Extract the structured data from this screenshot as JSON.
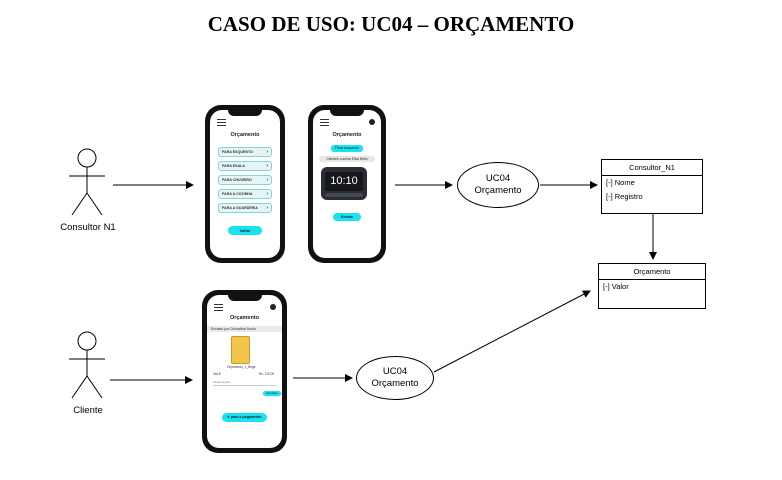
{
  "title": "CASO DE USO: UC04 – ORÇAMENTO",
  "actors": [
    {
      "label": "Consultor N1"
    },
    {
      "label": "Cliente"
    }
  ],
  "use_cases": [
    {
      "line1": "UC04",
      "line2": "Orçamento"
    },
    {
      "line1": "UC04",
      "line2": "Orçamento"
    }
  ],
  "classes": [
    {
      "name": "Consultor_N1",
      "attributes": [
        "[-] Nome",
        "[-] Registro"
      ]
    },
    {
      "name": "Orçamento",
      "attributes": [
        "[-] Valor"
      ]
    }
  ],
  "phone1": {
    "title": "Orçamento",
    "items": [
      "PARA ESQUENTO",
      "PARA ESALA",
      "PARA CHUVEIRO",
      "PARA A COZINHA",
      "PARA A GUARDERIA"
    ],
    "button": "Voltar"
  },
  "phone2": {
    "title": "Orçamento",
    "chip": "Para esquento",
    "subtitle": "Clientes Lumina Elisa Bello",
    "clock": "10:10",
    "button": "Enviar"
  },
  "phone3": {
    "title": "Orçamento",
    "header_row": "Enviado por Cleuseline Asolin",
    "product_label": "Orçamento_1_Bege",
    "left_small": "VALE",
    "price": "Rs. 110,00",
    "field": "Observações",
    "chip": "Enviado",
    "button": "Ir para a pagamento"
  },
  "colors": {
    "accent": "#19e3ee",
    "phone_body": "#111111"
  }
}
